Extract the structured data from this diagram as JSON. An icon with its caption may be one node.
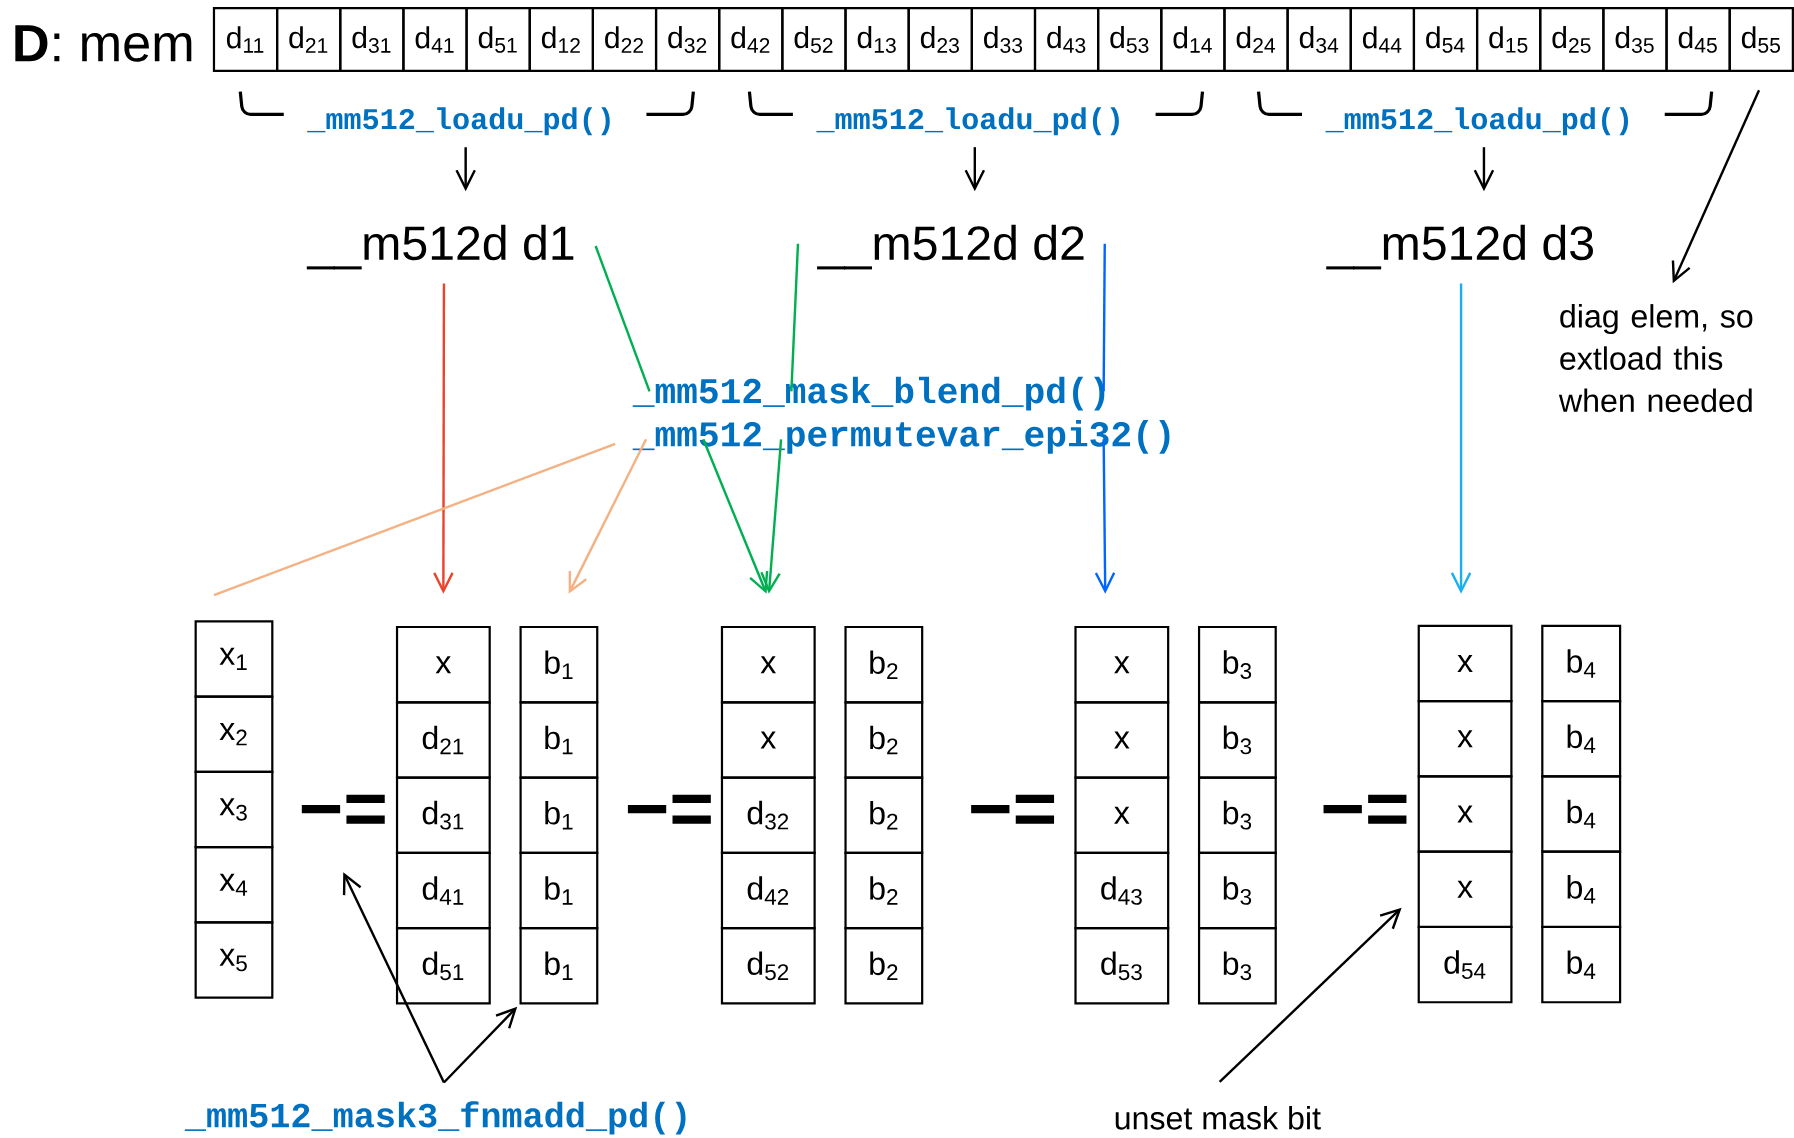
{
  "diagram": {
    "nodes": [
      {
        "text": [
          "d$_{11}$"
        ]
      },
      {
        "text": [
          "d$_{21}$"
        ]
      },
      {
        "text": [
          "d$_{31}$"
        ]
      },
      {
        "text": [
          "d$_{41}$"
        ]
      },
      {
        "text": [
          "d$_{51}$"
        ]
      },
      {
        "text": [
          "d$_{12}$"
        ]
      },
      {
        "text": [
          "d$_{22}$"
        ]
      },
      {
        "text": [
          "d$_{32}$"
        ]
      },
      {
        "text": [
          "d$_{42}$"
        ]
      },
      {
        "text": [
          "d$_{52}$"
        ]
      },
      {
        "text": [
          "d$_{13}$"
        ]
      },
      {
        "text": [
          "d$_{23}$"
        ]
      },
      {
        "text": [
          "d$_{33}$"
        ]
      },
      {
        "text": [
          "d$_{43}$"
        ]
      },
      {
        "text": [
          "d$_{53}$"
        ]
      },
      {
        "text": [
          "d$_{14}$"
        ]
      },
      {
        "text": [
          "d$_{24}$"
        ]
      },
      {
        "text": [
          "d$_{34}$"
        ]
      },
      {
        "text": [
          "d$_{44}$"
        ]
      },
      {
        "text": [
          "d$_{54}$"
        ]
      },
      {
        "text": [
          "d$_{15}$"
        ]
      },
      {
        "text": [
          "d$_{25}$"
        ]
      },
      {
        "text": [
          "d$_{35}$"
        ]
      },
      {
        "text": [
          "d$_{45}$"
        ]
      },
      {
        "text": [
          "d$_{55}$"
        ]
      },
      {
        "text": [
          "_mm512_loadu_pd()"
        ]
      },
      {
        "text": [
          "_mm512_loadu_pd()"
        ]
      },
      {
        "text": [
          "_mm512_loadu_pd()"
        ]
      },
      {
        "text": [
          "__m512d d1"
        ]
      },
      {
        "text": [
          "__m512d d2"
        ]
      },
      {
        "text": [
          "__m512d d3"
        ]
      },
      {
        "text": [
          "_mm512_mask_blend_pd()",
          "_mm512_permutevar_epi32()"
        ]
      },
      {
        "text": [
          "diag elem, so extload this when needed"
        ]
      },
      {
        "text": [
          "x$_{1}$"
        ]
      },
      {
        "text": [
          "x$_{2}$"
        ]
      },
      {
        "text": [
          "x$_{3}$"
        ]
      },
      {
        "text": [
          "x$_{4}$"
        ]
      },
      {
        "text": [
          "x$_{5}$"
        ]
      },
      {
        "text": [
          "x"
        ]
      },
      {
        "text": [
          "d$_{21}$"
        ]
      },
      {
        "text": [
          "d$_{31}$"
        ]
      },
      {
        "text": [
          "d$_{41}$"
        ]
      },
      {
        "text": [
          "d$_{51}$"
        ]
      },
      {
        "text": [
          "b$_{1}$"
        ]
      },
      {
        "text": [
          "b$_{1}$"
        ]
      },
      {
        "text": [
          "b$_{1}$"
        ]
      },
      {
        "text": [
          "b$_{1}$"
        ]
      },
      {
        "text": [
          "b$_{1}$"
        ]
      },
      {
        "text": [
          "x"
        ]
      },
      {
        "text": [
          "x"
        ]
      },
      {
        "text": [
          "d$_{32}$"
        ]
      },
      {
        "text": [
          "d$_{42}$"
        ]
      },
      {
        "text": [
          "d$_{52}$"
        ]
      },
      {
        "text": [
          "b$_{2}$"
        ]
      },
      {
        "text": [
          "b$_{2}$"
        ]
      },
      {
        "text": [
          "b$_{2}$"
        ]
      },
      {
        "text": [
          "b$_{2}$"
        ]
      },
      {
        "text": [
          "b$_{2}$"
        ]
      },
      {
        "text": [
          "x"
        ]
      },
      {
        "text": [
          "x"
        ]
      },
      {
        "text": [
          "x"
        ]
      },
      {
        "text": [
          "d$_{43}$"
        ]
      },
      {
        "text": [
          "d$_{53}$"
        ]
      },
      {
        "text": [
          "b$_{3}$"
        ]
      },
      {
        "text": [
          "b$_{3}$"
        ]
      },
      {
        "text": [
          "b$_{3}$"
        ]
      },
      {
        "text": [
          "b$_{3}$"
        ]
      },
      {
        "text": [
          "b$_{3}$"
        ]
      },
      {
        "text": [
          "x"
        ]
      },
      {
        "text": [
          "x"
        ]
      },
      {
        "text": [
          "x"
        ]
      },
      {
        "text": [
          "x"
        ]
      },
      {
        "text": [
          "d$_{54}$"
        ]
      },
      {
        "text": [
          "b$_{4}$"
        ]
      },
      {
        "text": [
          "b$_{4}$"
        ]
      },
      {
        "text": [
          "b$_{4}$"
        ]
      },
      {
        "text": [
          "b$_{4}$"
        ]
      },
      {
        "text": [
          "b$_{4}$"
        ]
      },
      {
        "text": [
          "−="
        ]
      },
      {
        "text": [
          "−="
        ]
      },
      {
        "text": [
          "−="
        ]
      },
      {
        "text": [
          "−="
        ]
      },
      {
        "text": [
          "_mm512_mask3_fnmadd_pd()"
        ]
      },
      {
        "text": [
          "unset mask bit"
        ]
      }
    ],
    "edges": [
      {
        "from": 25,
        "to": 28,
        "arrow": "to"
      },
      {
        "from": 26,
        "to": 29,
        "arrow": "to"
      },
      {
        "from": 27,
        "to": 30,
        "arrow": "to"
      },
      {
        "from": 24,
        "to": 32,
        "arrow": "to"
      },
      {
        "from": 28,
        "to": 38,
        "arrow": "to",
        "color": "#e8452c"
      },
      {
        "from": 28,
        "to": 31,
        "arrow": "none",
        "color": "#00b050"
      },
      {
        "from": 29,
        "to": 31,
        "arrow": "none",
        "color": "#00b050"
      },
      {
        "from": 31,
        "to": 48,
        "arrow": "to",
        "color": "#00b050"
      },
      {
        "from": 31,
        "to": 48,
        "arrow": "to",
        "color": "#00b050"
      },
      {
        "from": 29,
        "to": 31,
        "arrow": "none",
        "color": "#0066ff"
      },
      {
        "from": 31,
        "to": 58,
        "arrow": "to",
        "color": "#0066ff"
      },
      {
        "from": 30,
        "to": 68,
        "arrow": "to",
        "color": "#1ab0f0"
      },
      {
        "from": 31,
        "to": 33,
        "arrow": "none",
        "color": "#f4b183"
      },
      {
        "from": 31,
        "to": 43,
        "arrow": "to",
        "color": "#f4b183"
      },
      {
        "from": 82,
        "to": 78,
        "arrow": "to"
      },
      {
        "from": 82,
        "to": 47,
        "arrow": "to"
      },
      {
        "from": 83,
        "to": 71,
        "arrow": "to"
      }
    ],
    "labels": [
      "**D**: mem"
    ]
  }
}
